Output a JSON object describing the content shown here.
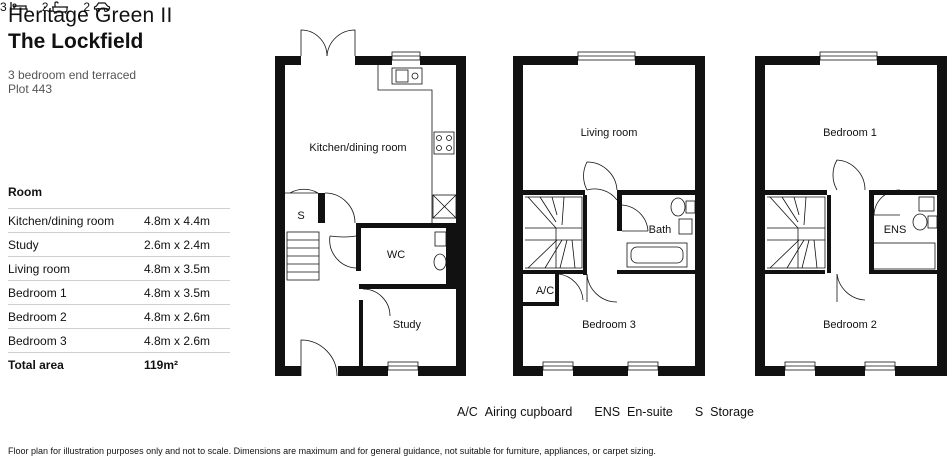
{
  "header": {
    "development": "Heritage Green II",
    "house_name": "The Lockfield",
    "house_type": "3 bedroom end terraced",
    "plot": "Plot 443"
  },
  "stats": [
    {
      "value": "3",
      "icon": "bed-icon"
    },
    {
      "value": "2",
      "icon": "bath-icon"
    },
    {
      "value": "2",
      "icon": "car-icon"
    }
  ],
  "rooms_table": {
    "header": "Room",
    "rows": [
      {
        "room": "Kitchen/dining room",
        "dims": "4.8m x 4.4m"
      },
      {
        "room": "Study",
        "dims": "2.6m x 2.4m"
      },
      {
        "room": "Living room",
        "dims": "4.8m x 3.5m"
      },
      {
        "room": "Bedroom 1",
        "dims": "4.8m x 3.5m"
      },
      {
        "room": "Bedroom 2",
        "dims": "4.8m x 2.6m"
      },
      {
        "room": "Bedroom 3",
        "dims": "4.8m x 2.6m"
      }
    ],
    "total_label": "Total area",
    "total_value": "119m²"
  },
  "plans": {
    "ground": {
      "kitchen": "Kitchen/dining room",
      "store": "S",
      "wc": "WC",
      "study": "Study"
    },
    "first": {
      "living": "Living room",
      "bath": "Bath",
      "cupboard": "A/C",
      "bedroom3": "Bedroom 3"
    },
    "second": {
      "bedroom1": "Bedroom 1",
      "ensuite": "ENS",
      "bedroom2": "Bedroom 2"
    }
  },
  "legend": [
    {
      "code": "A/C",
      "meaning": "Airing cupboard"
    },
    {
      "code": "ENS",
      "meaning": "En-suite"
    },
    {
      "code": "S",
      "meaning": "Storage"
    }
  ],
  "disclaimer": "Floor plan for illustration purposes only and not to scale. Dimensions are maximum and for general guidance, not suitable for furniture, appliances, or carpet sizing."
}
